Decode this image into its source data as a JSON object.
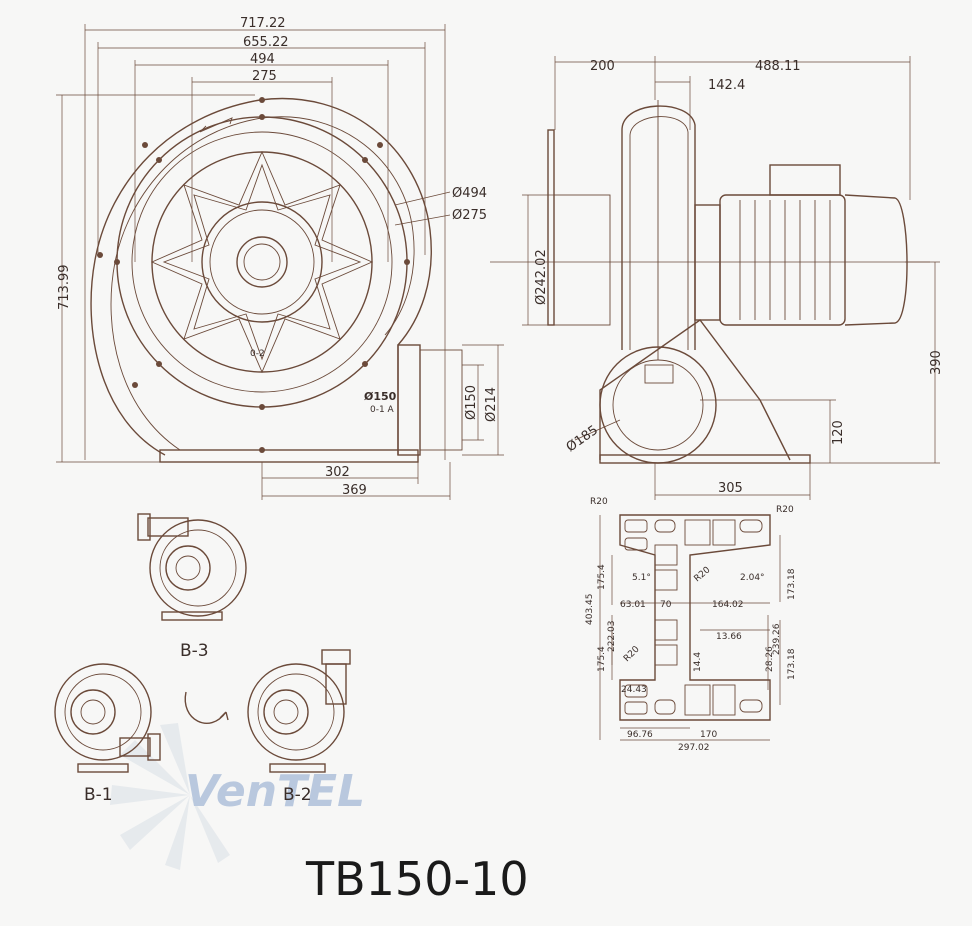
{
  "title": "TB150-10",
  "watermark": "VenTEL",
  "front_view": {
    "dim_width_total": "717.22",
    "dim_width_outer": "655.22",
    "dim_width_494": "494",
    "dim_width_275": "275",
    "dim_height_total": "713.99",
    "dia_494": "Ø494",
    "dia_275": "Ø275",
    "dia_150_label": "Ø150",
    "dia_150": "Ø150",
    "dia_214": "Ø214",
    "outlet_label_1": "0-1 A",
    "outlet_label_2": "0-2",
    "dim_302": "302",
    "dim_369": "369"
  },
  "side_view": {
    "dim_200": "200",
    "dim_488": "488.11",
    "dim_142": "142.4",
    "dia_242": "Ø242.02",
    "dim_390": "390",
    "dim_120": "120",
    "dia_185": "Ø185",
    "dim_305": "305"
  },
  "base_plate": {
    "r20_a": "R20",
    "r20_b": "R20",
    "r20_c": "R20",
    "r20_d": "R20",
    "d_175_4_top": "175.4",
    "d_5_1": "5.1°",
    "d_2_04": "2.04°",
    "d_173_18_top": "173.18",
    "d_403_45": "403.45",
    "d_63_01": "63.01",
    "d_70": "70",
    "d_164_02": "164.02",
    "d_222_03": "222.03",
    "d_13_66": "13.66",
    "d_239_26": "239.26",
    "d_175_4_bot": "175.4",
    "d_28_26": "28.26",
    "d_14_4": "14.4",
    "d_173_18_bot": "173.18",
    "d_24_43": "24.43",
    "d_96_76": "96.76",
    "d_170": "170",
    "d_297_02": "297.02"
  },
  "variants": {
    "b1": "B-1",
    "b2": "B-2",
    "b3": "B-3"
  }
}
